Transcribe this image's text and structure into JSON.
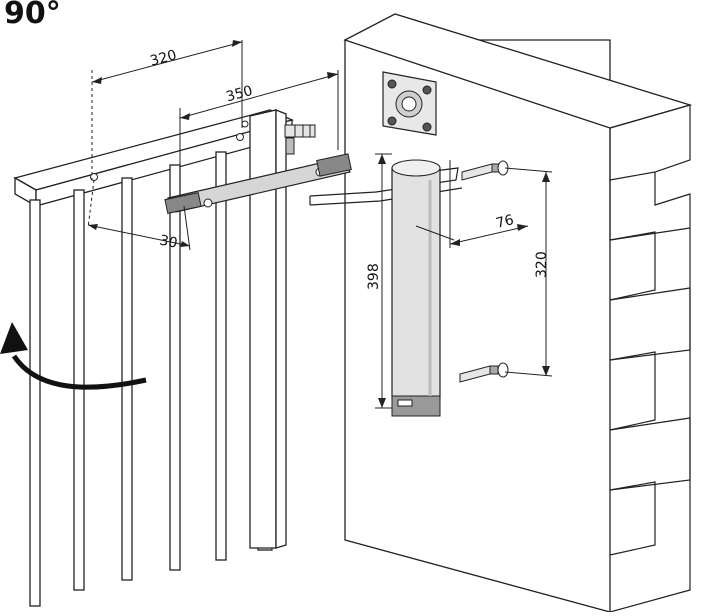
{
  "title": "90°",
  "dimensions": {
    "top_width_320": "320",
    "top_width_350": "350",
    "offset_30": "30",
    "depth_76": "76",
    "height_398": "398",
    "bracket_320": "320"
  },
  "colors": {
    "line": "#222222",
    "cylinder": "#e2e2e2",
    "cylinder_dark": "#9a9a9a",
    "arm": "#d6d6d6",
    "arrow": "#111111"
  }
}
